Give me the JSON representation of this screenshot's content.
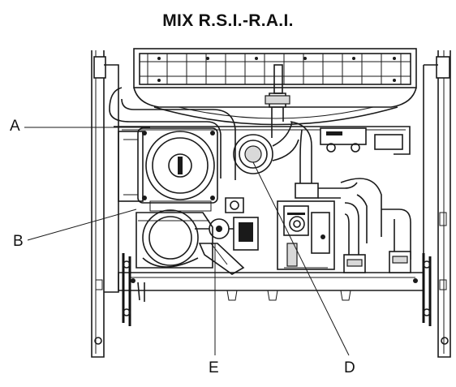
{
  "title": "MIX R.S.I.-R.A.I.",
  "callouts": {
    "a": "A",
    "b": "B",
    "d": "D",
    "e": "E"
  }
}
